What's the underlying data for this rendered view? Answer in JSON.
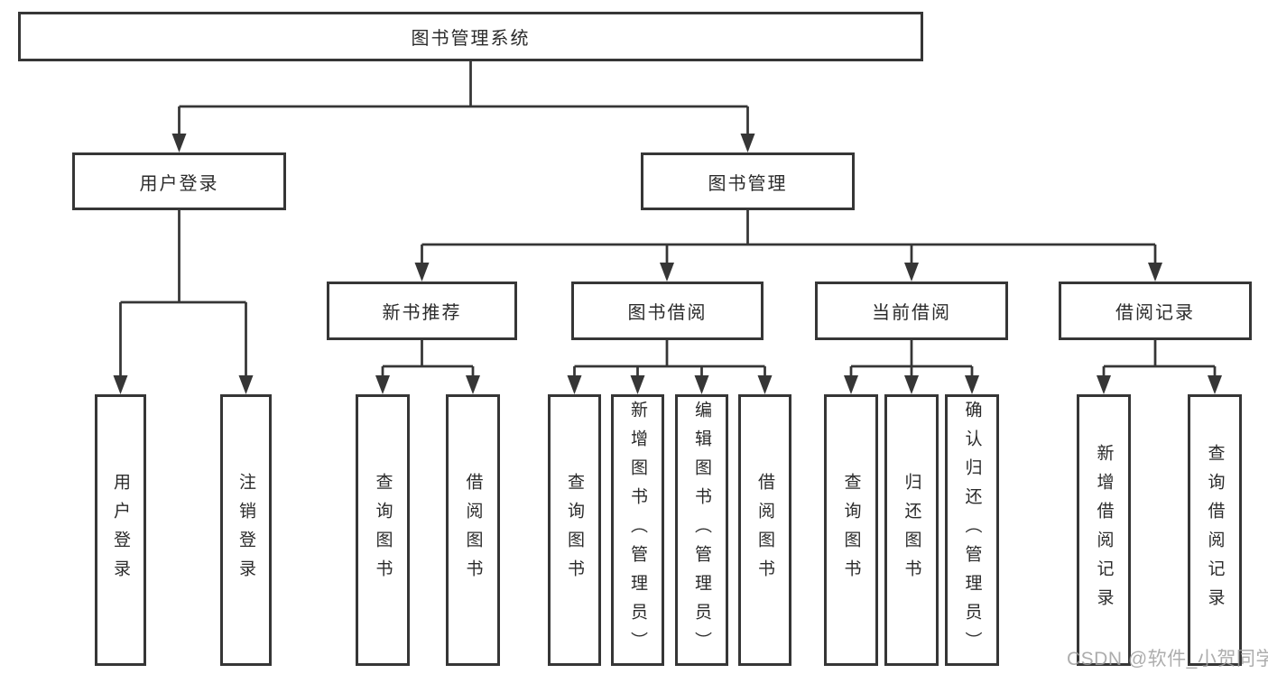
{
  "diagram": {
    "title": "图书管理系统",
    "watermark": "CSDN @软件_小贺同学",
    "colors": {
      "line": "#363636",
      "box_border": "#363636",
      "box_fill": "#ffffff",
      "text": "#2b2b2b",
      "background": "#ffffff",
      "watermark": "#9f9f9f"
    },
    "nodes": [
      {
        "label": "图书管理系统"
      },
      {
        "label": "用户登录"
      },
      {
        "label": "图书管理"
      },
      {
        "label": "新书推荐"
      },
      {
        "label": "图书借阅"
      },
      {
        "label": "当前借阅"
      },
      {
        "label": "借阅记录"
      },
      {
        "label": "用户登录"
      },
      {
        "label": "注销登录"
      },
      {
        "label": "查询图书"
      },
      {
        "label": "借阅图书"
      },
      {
        "label": "查询图书"
      },
      {
        "label": "新增图书（管理员）"
      },
      {
        "label": "编辑图书（管理员）"
      },
      {
        "label": "借阅图书"
      },
      {
        "label": "查询图书"
      },
      {
        "label": "归还图书"
      },
      {
        "label": "确认归还（管理员）"
      },
      {
        "label": "新增借阅记录"
      },
      {
        "label": "查询借阅记录"
      }
    ],
    "tree": {
      "图书管理系统": {
        "用户登录": [
          "用户登录",
          "注销登录"
        ],
        "图书管理": {
          "新书推荐": [
            "查询图书",
            "借阅图书"
          ],
          "图书借阅": [
            "查询图书",
            "新增图书（管理员）",
            "编辑图书（管理员）",
            "借阅图书"
          ],
          "当前借阅": [
            "查询图书",
            "归还图书",
            "确认归还（管理员）"
          ],
          "借阅记录": [
            "新增借阅记录",
            "查询借阅记录"
          ]
        }
      }
    }
  }
}
